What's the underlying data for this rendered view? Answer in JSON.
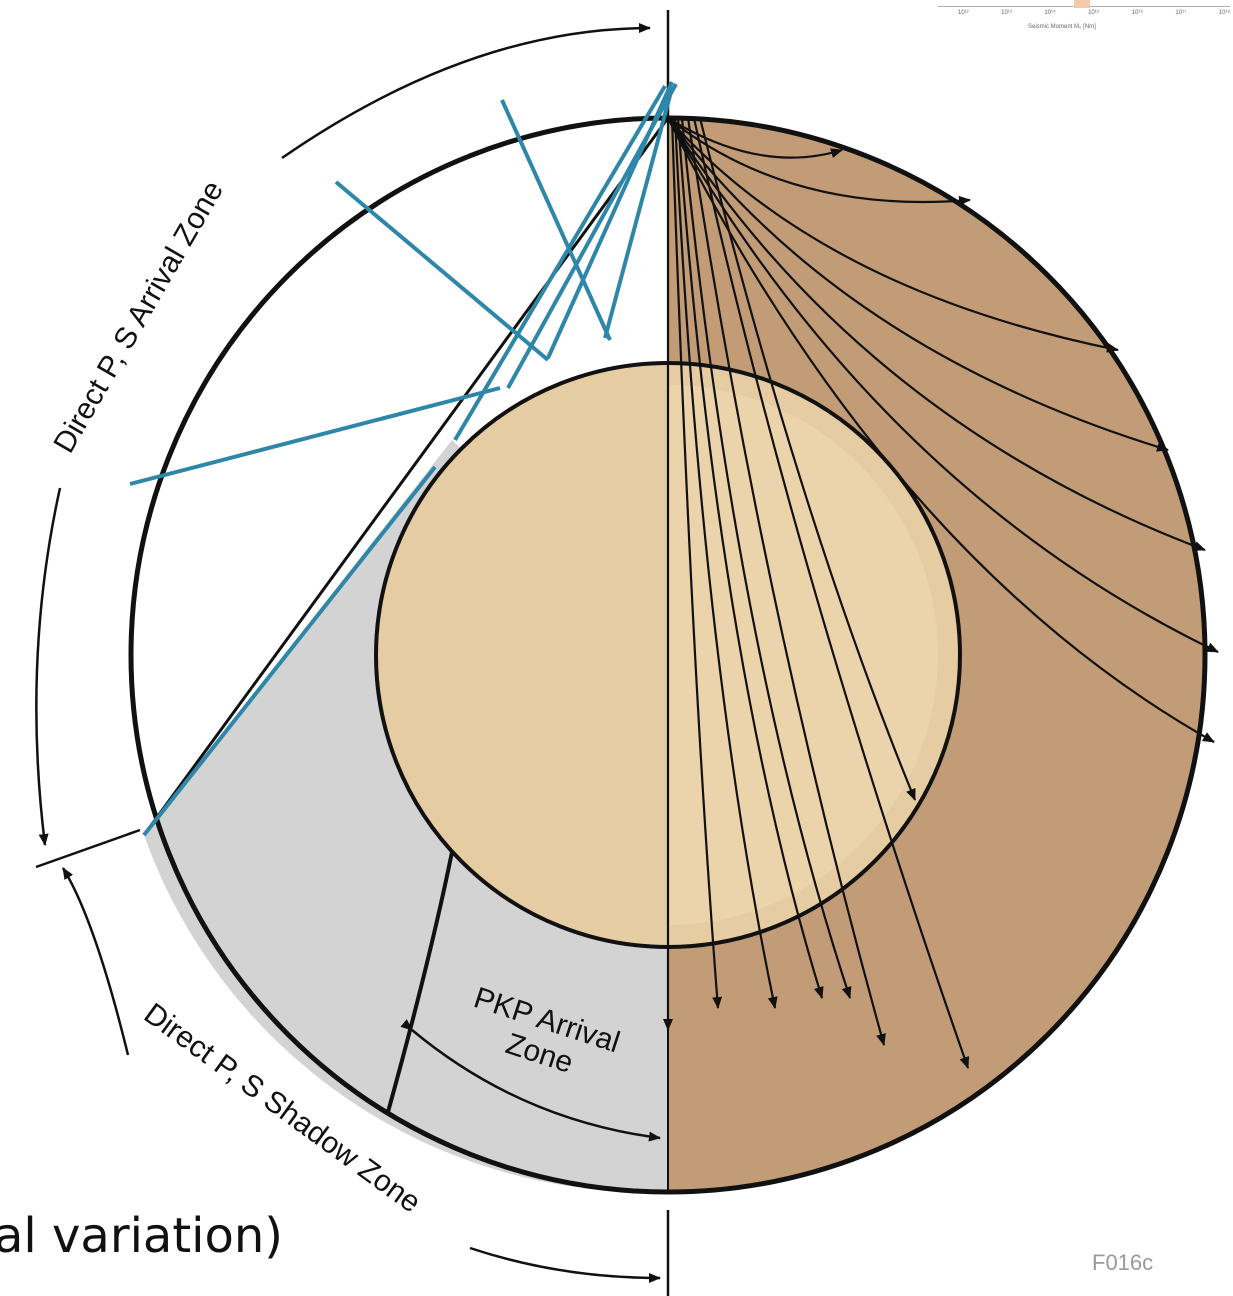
{
  "zone_labels": {
    "direct_arrival": "Direct P, S Arrival Zone",
    "direct_shadow": "Direct P, S Shadow Zone",
    "pkp_line1": "PKP Arrival",
    "pkp_line2": "Zone"
  },
  "figure_code": "F016c",
  "slide_text": "al variation)",
  "inset": {
    "ticks": [
      "10¹²",
      "10¹³",
      "10¹⁴",
      "10¹⁵",
      "10¹⁶",
      "10¹⁷",
      "10¹⁸"
    ],
    "axis_label": "Seismic Moment M₀ [Nm]"
  },
  "colors": {
    "mantle_right": "#c19c76",
    "core": "#e6cca3",
    "inner_core": "#e9d3ae",
    "shadow": "#d3d3d3",
    "annotation": "#2e86a8",
    "ink": "#111111"
  }
}
